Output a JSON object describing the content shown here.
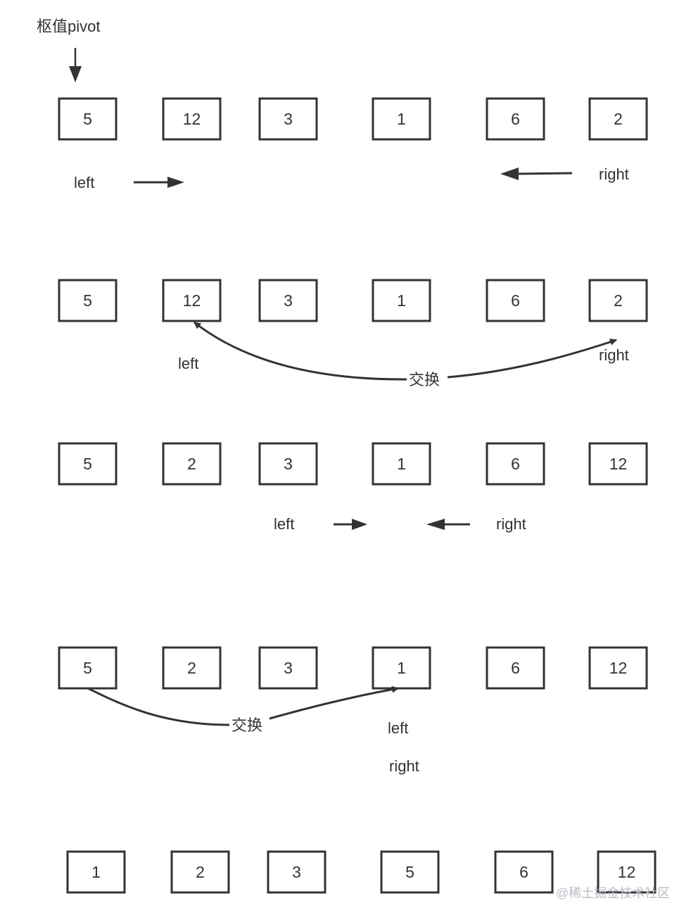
{
  "title": "枢值pivot",
  "colors": {
    "stroke": "#333333",
    "text": "#333333",
    "watermark": "#b8bcc4",
    "background": "#ffffff"
  },
  "rows": [
    {
      "values": [
        "5",
        "12",
        "3",
        "1",
        "6",
        "2"
      ]
    },
    {
      "values": [
        "5",
        "12",
        "3",
        "1",
        "6",
        "2"
      ]
    },
    {
      "values": [
        "5",
        "2",
        "3",
        "1",
        "6",
        "12"
      ]
    },
    {
      "values": [
        "5",
        "2",
        "3",
        "1",
        "6",
        "12"
      ]
    },
    {
      "values": [
        "1",
        "2",
        "3",
        "5",
        "6",
        "12"
      ]
    }
  ],
  "labels": {
    "left": "left",
    "right": "right",
    "swap": "交换"
  },
  "watermark": "@稀土掘金技术社区"
}
